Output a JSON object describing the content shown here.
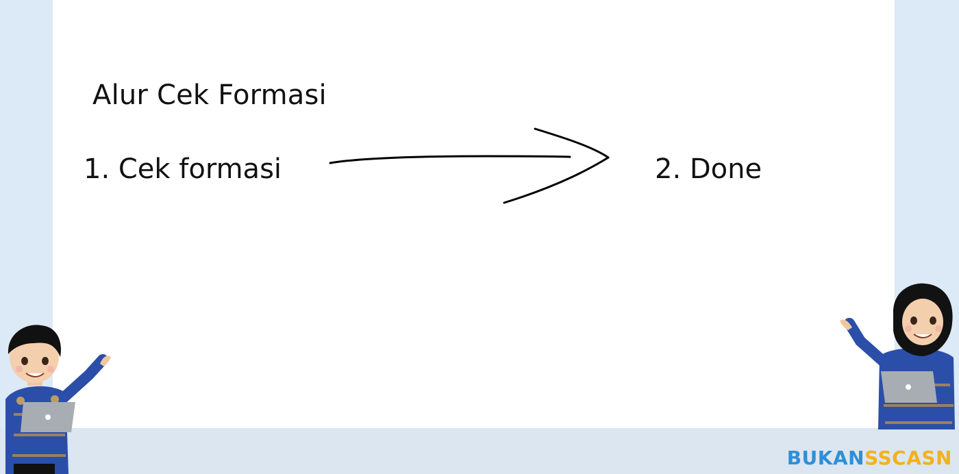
{
  "slide": {
    "title": "Alur Cek Formasi",
    "steps": [
      {
        "label": "1. Cek formasi"
      },
      {
        "label": "2. Done"
      }
    ]
  },
  "watermark": {
    "part1": "BUKAN",
    "part2": "SSCASN"
  },
  "colors": {
    "side_panel": "#dce9f6",
    "board": "#ffffff",
    "watermark_blue": "#2f8fd8",
    "watermark_yellow": "#f2b21c",
    "batik_uniform": "#2b4fa8"
  },
  "icons": [
    "hand-drawn-arrow-icon",
    "male-presenter-illustration",
    "female-presenter-illustration",
    "laptop-icon"
  ]
}
